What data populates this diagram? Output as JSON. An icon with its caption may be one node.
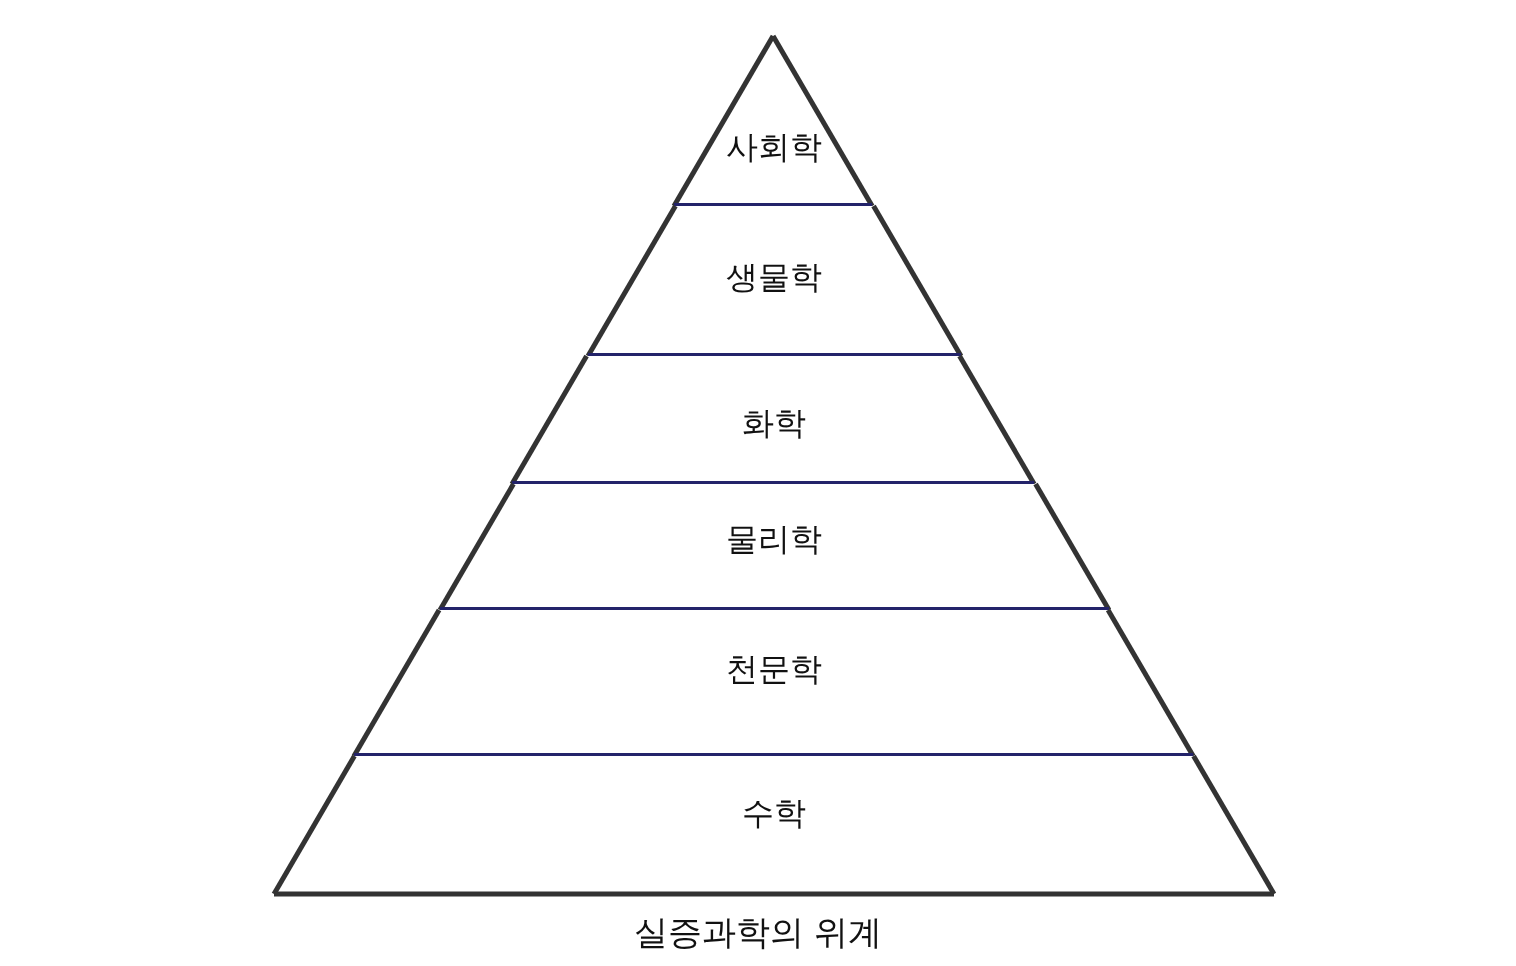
{
  "diagram": {
    "caption": "실증과학의 위계",
    "nodes": [
      {
        "text": [
          "사회학"
        ]
      },
      {
        "text": [
          "생물학"
        ]
      },
      {
        "text": [
          "화학"
        ]
      },
      {
        "text": [
          "물리학"
        ]
      },
      {
        "text": [
          "천문학"
        ]
      },
      {
        "text": [
          "수학"
        ]
      }
    ]
  }
}
